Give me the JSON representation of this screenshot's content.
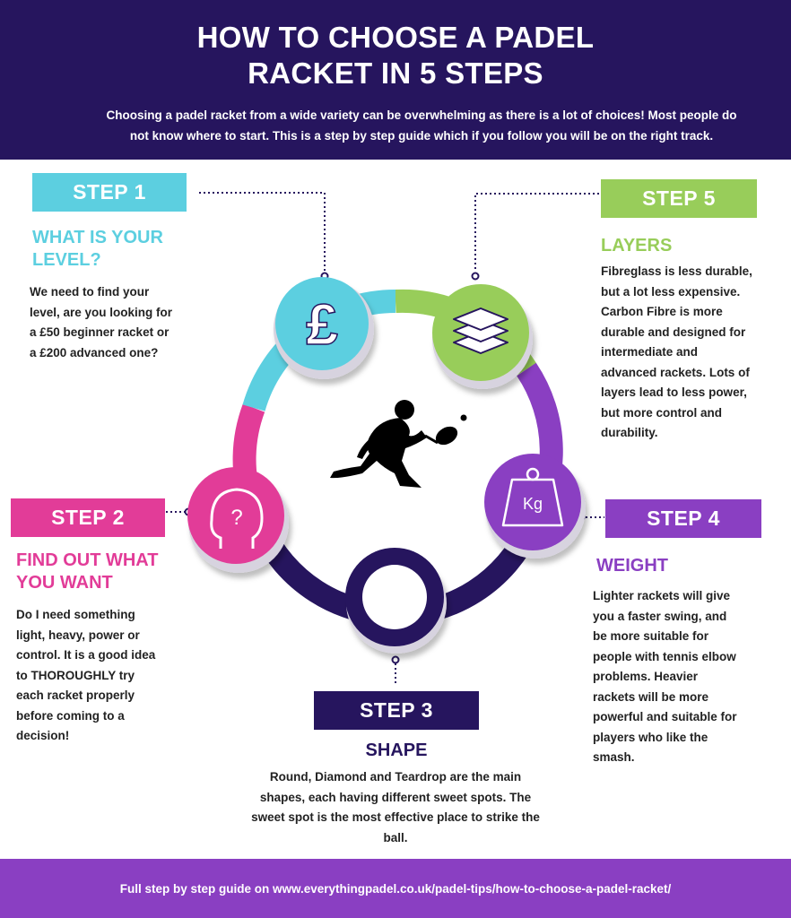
{
  "header": {
    "title_line1": "HOW TO CHOOSE A PADEL",
    "title_line2": "RACKET IN 5 STEPS",
    "subtitle_line1": "Choosing a padel racket from a wide variety can be overwhelming as there is a lot of choices! Most people do",
    "subtitle_line2": "not know where to start. This is a step by step guide which if you follow you will be on the right track."
  },
  "colors": {
    "navy": "#26155e",
    "cyan": "#5ccfe0",
    "green": "#98cd5a",
    "pink": "#e23c98",
    "violet": "#8a3fc2"
  },
  "icons": {
    "step1": "pound-icon",
    "step2": "question-head-icon",
    "step3": "ring-icon",
    "step4": "kg-weight-icon",
    "step5": "layers-icon",
    "center": "padel-player-icon"
  },
  "steps": {
    "step1": {
      "label": "STEP 1",
      "heading_line1": "WHAT IS YOUR",
      "heading_line2": "LEVEL?",
      "body": [
        "We need to find your",
        "level, are you looking for",
        "a £50 beginner racket or",
        "a £200 advanced one?"
      ],
      "icon_glyph": "£"
    },
    "step2": {
      "label": "STEP 2",
      "heading_line1": "FIND OUT WHAT",
      "heading_line2": "YOU WANT",
      "body": [
        "Do I need something",
        "light, heavy, power or",
        "control. It is a good idea",
        "to THOROUGHLY try",
        "each racket properly",
        "before coming to a",
        "decision!"
      ],
      "icon_glyph": "?"
    },
    "step3": {
      "label": "STEP 3",
      "heading": "SHAPE",
      "body": [
        "Round, Diamond and Teardrop are the main",
        "shapes, each having different sweet spots. The",
        "sweet spot is the most effective place to strike the",
        "ball."
      ]
    },
    "step4": {
      "label": "STEP 4",
      "heading": "WEIGHT",
      "body": [
        "Lighter rackets will give",
        "you a faster swing, and",
        "be more suitable for",
        "people with tennis elbow",
        "problems. Heavier",
        "rackets will be more",
        "powerful and suitable for",
        "players who like the",
        "smash."
      ],
      "icon_glyph": "Kg"
    },
    "step5": {
      "label": "STEP 5",
      "heading": "LAYERS",
      "body": [
        "Fibreglass is less durable,",
        "but a lot less expensive.",
        "Carbon Fibre is more",
        "durable and designed for",
        "intermediate and",
        "advanced rackets. Lots of",
        "layers lead to less power,",
        "but more control and",
        "durability."
      ]
    }
  },
  "footer": {
    "text": "Full step by step guide on www.everythingpadel.co.uk/padel-tips/how-to-choose-a-padel-racket/"
  }
}
